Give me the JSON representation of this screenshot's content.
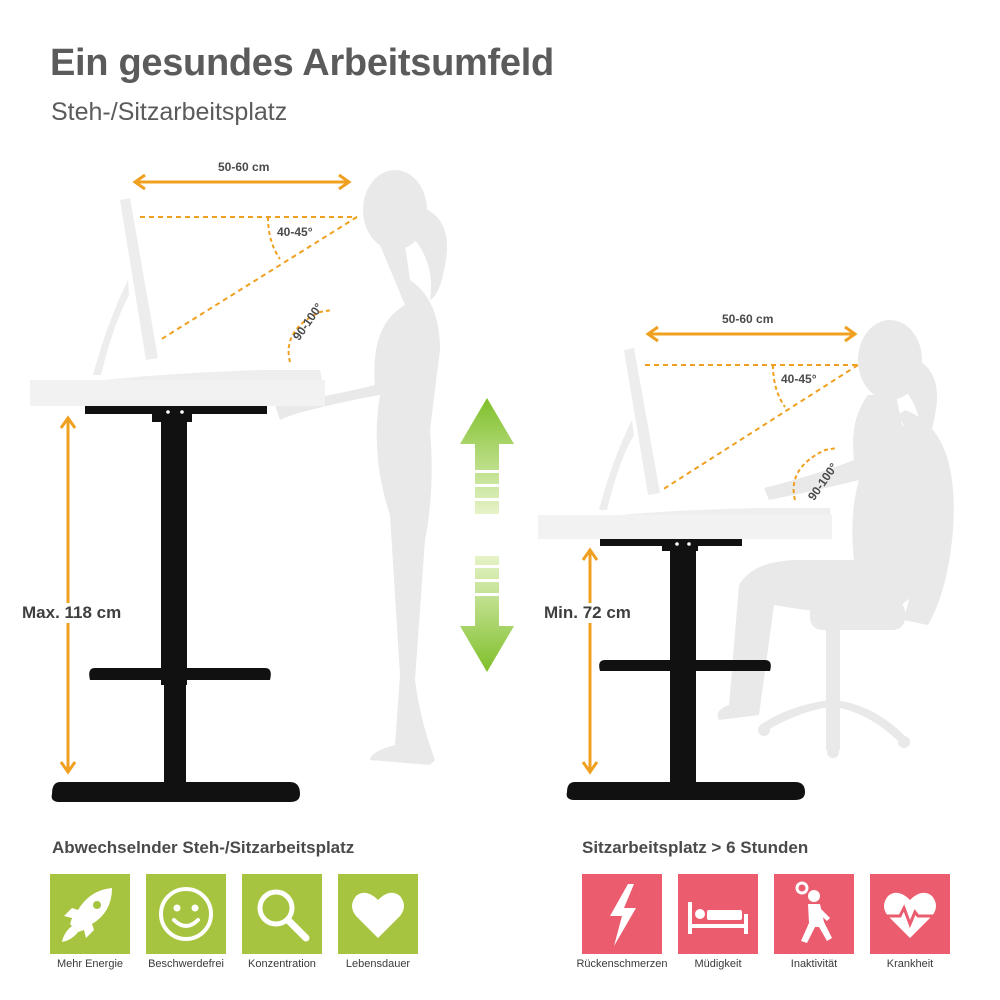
{
  "header": {
    "title": "Ein gesundes Arbeitsumfeld",
    "subtitle": "Steh-/Sitzarbeitsplatz"
  },
  "standing": {
    "distance": "50-60 cm",
    "view_angle": "40-45°",
    "arm_angle": "90-100°",
    "height": "Max. 118  cm"
  },
  "sitting": {
    "distance": "50-60 cm",
    "view_angle": "40-45°",
    "arm_angle": "90-100°",
    "height": "Min. 72 cm"
  },
  "benefits": {
    "title": "Abwechselnder Steh-/Sitzarbeitsplatz",
    "color": "#a6c43f",
    "items": [
      {
        "icon": "rocket-icon",
        "label": "Mehr Energie"
      },
      {
        "icon": "smiley-icon",
        "label": "Beschwerdefrei"
      },
      {
        "icon": "magnifier-icon",
        "label": "Konzentration"
      },
      {
        "icon": "heart-icon",
        "label": "Lebensdauer"
      }
    ]
  },
  "risks": {
    "title": "Sitzarbeitsplatz > 6 Stunden",
    "color": "#ea5c6e",
    "items": [
      {
        "icon": "lightning-icon",
        "label": "Rückenschmerzen"
      },
      {
        "icon": "bed-icon",
        "label": "Müdigkeit"
      },
      {
        "icon": "inactive-person-icon",
        "label": "Inaktivität"
      },
      {
        "icon": "heartbeat-icon",
        "label": "Krankheit"
      }
    ]
  },
  "colors": {
    "accent_orange": "#f0a020",
    "arrow_green": "#9ccc2c",
    "silhouette": "#e9e9e9",
    "desk_frame": "#111111"
  }
}
